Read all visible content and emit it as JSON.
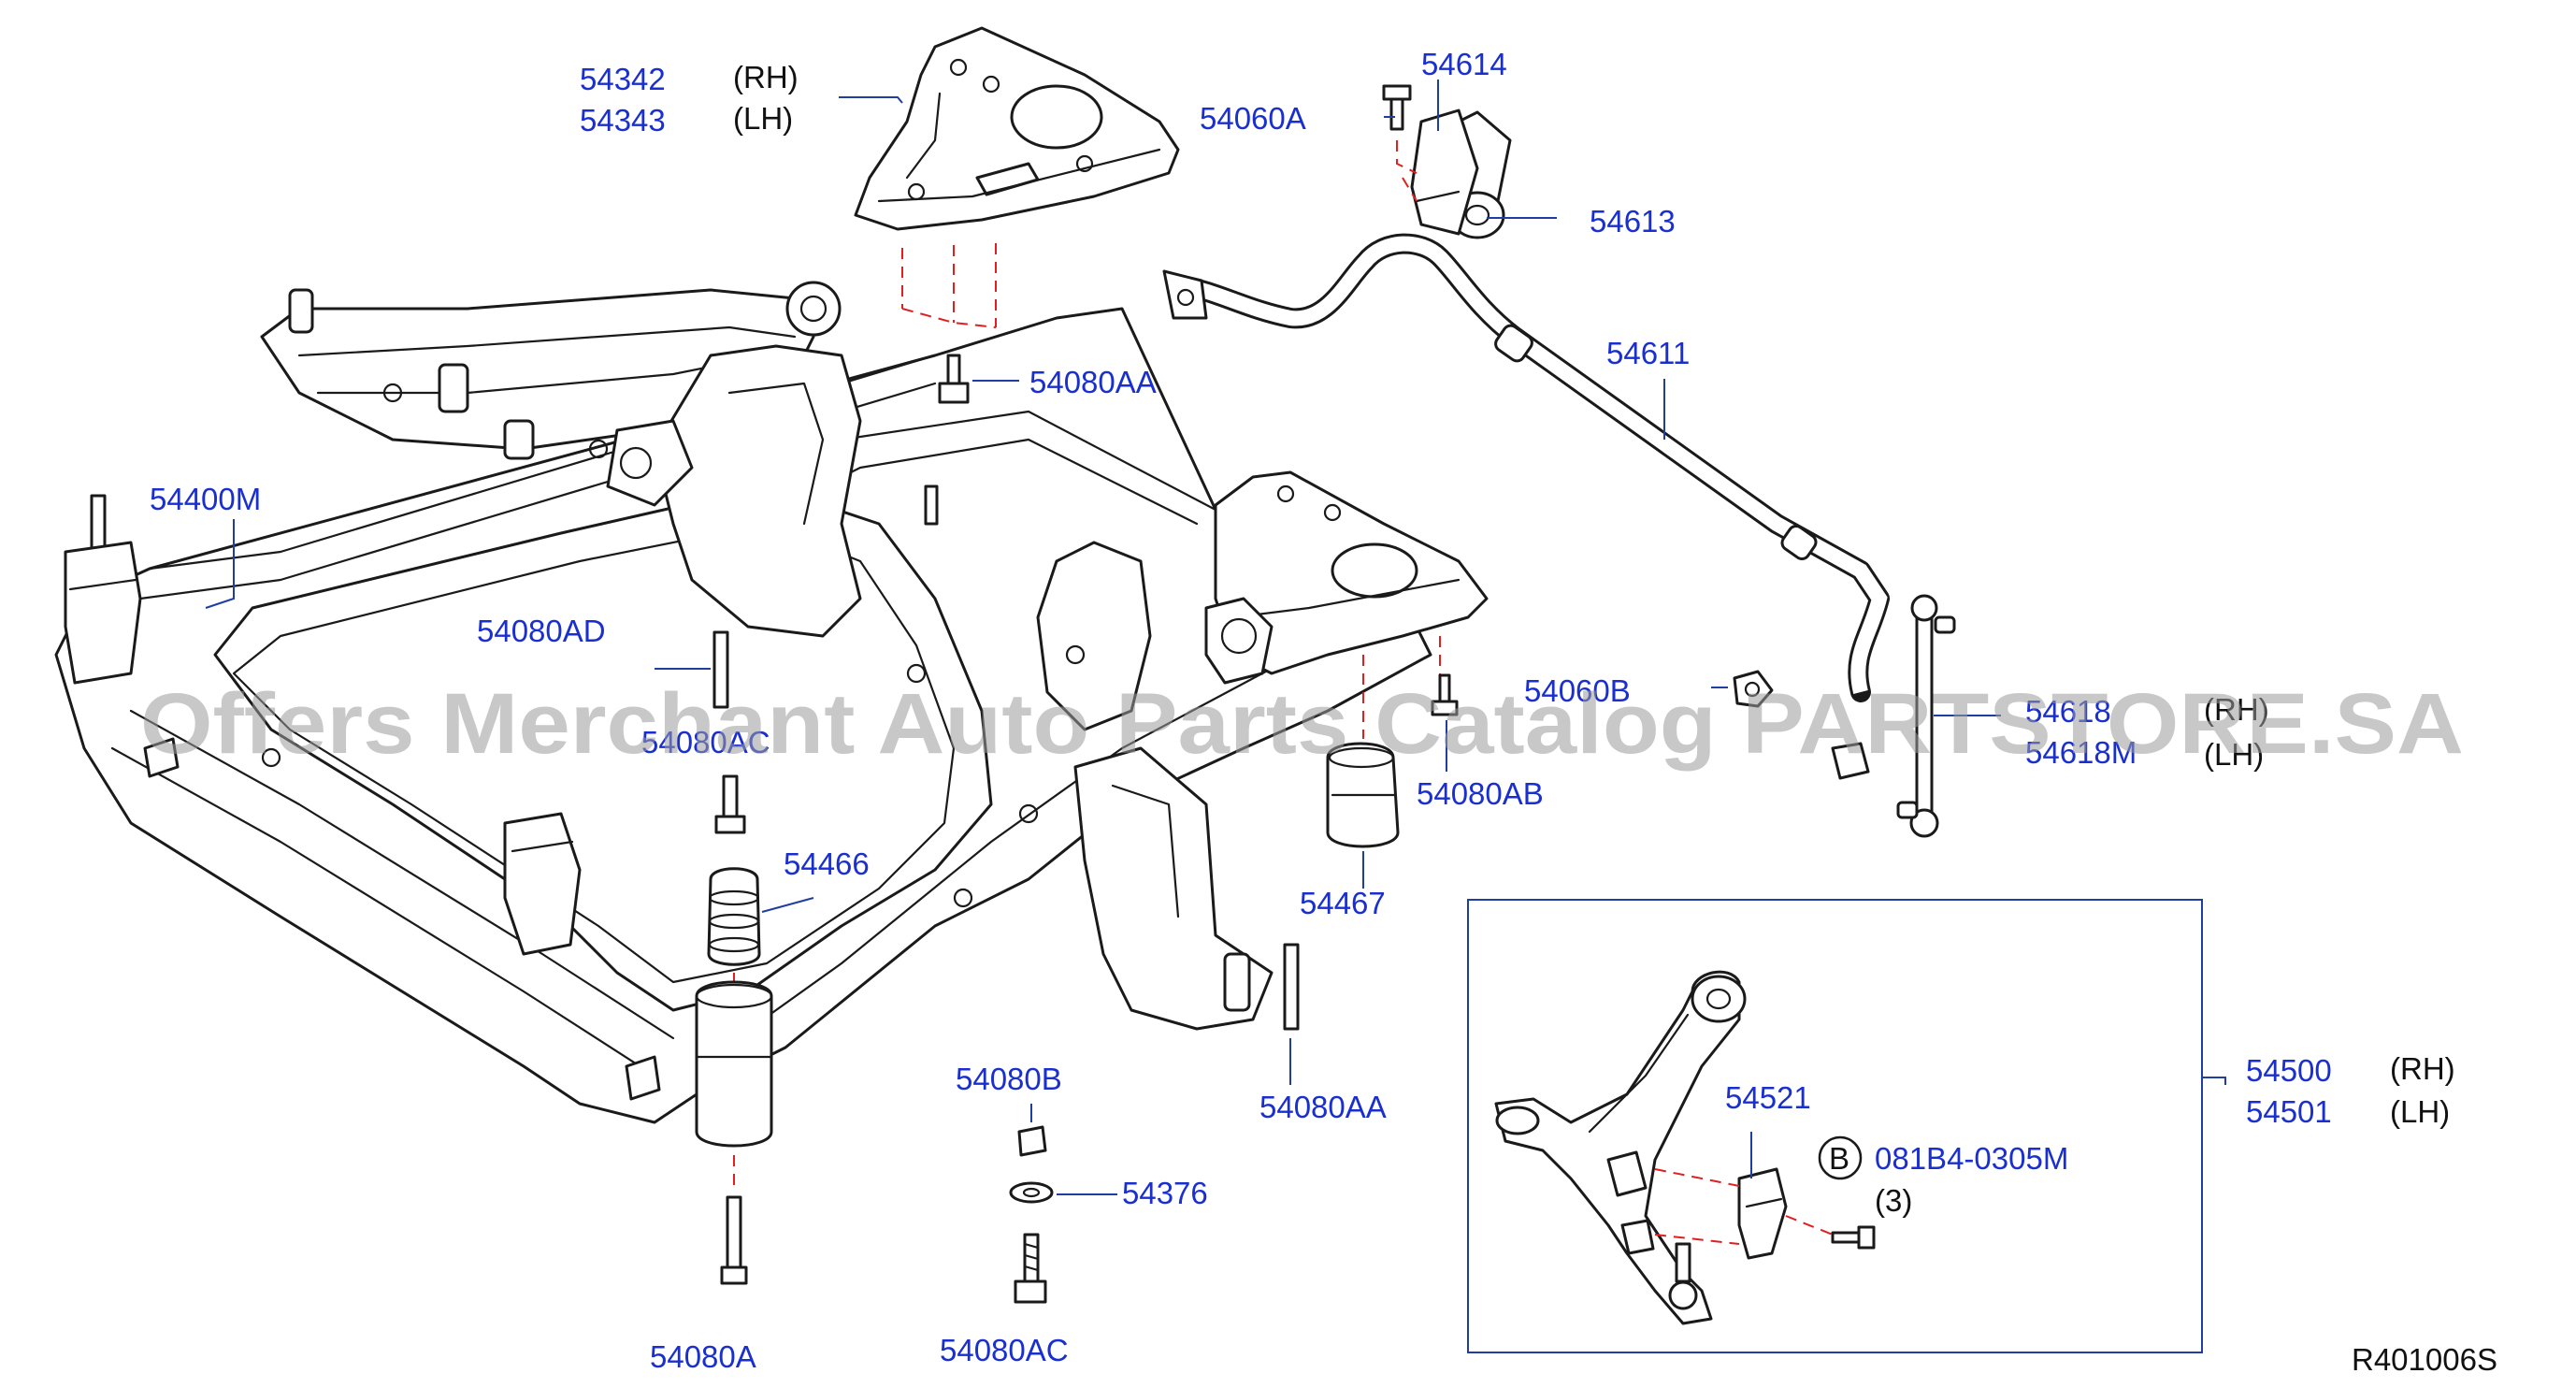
{
  "diagram": {
    "watermark": "Offers Merchant Auto Parts Catalog PARTSTORE.SA",
    "drawing_ref": "R401006S",
    "colors": {
      "part_number": "#1a2fd0",
      "side_label": "#111111",
      "leader": "#1f3fa0",
      "dashed_link": "#e02020",
      "watermark": "#9a9a9a"
    },
    "labels": {
      "p54342": "54342",
      "s54342": "(RH)",
      "p54343": "54343",
      "s54343": "(LH)",
      "p54060A": "54060A",
      "p54614": "54614",
      "p54613": "54613",
      "p54611": "54611",
      "p54080AA_top": "54080AA",
      "p54400M": "54400M",
      "p54080AD": "54080AD",
      "p54080AC_mid": "54080AC",
      "p54060B": "54060B",
      "p54618": "54618",
      "s54618": "(RH)",
      "p54618M": "54618M",
      "s54618M": "(LH)",
      "p54080AB": "54080AB",
      "p54466": "54466",
      "p54467": "54467",
      "p54080AA_bot": "54080AA",
      "p54080B": "54080B",
      "p54376": "54376",
      "p54080A": "54080A",
      "p54080AC_bot": "54080AC",
      "p54500": "54500",
      "s54500": "(RH)",
      "p54501": "54501",
      "s54501": "(LH)",
      "p54521": "54521",
      "callout_B": "B",
      "p081B4": "081B4-0305M",
      "qty": "(3)"
    }
  }
}
